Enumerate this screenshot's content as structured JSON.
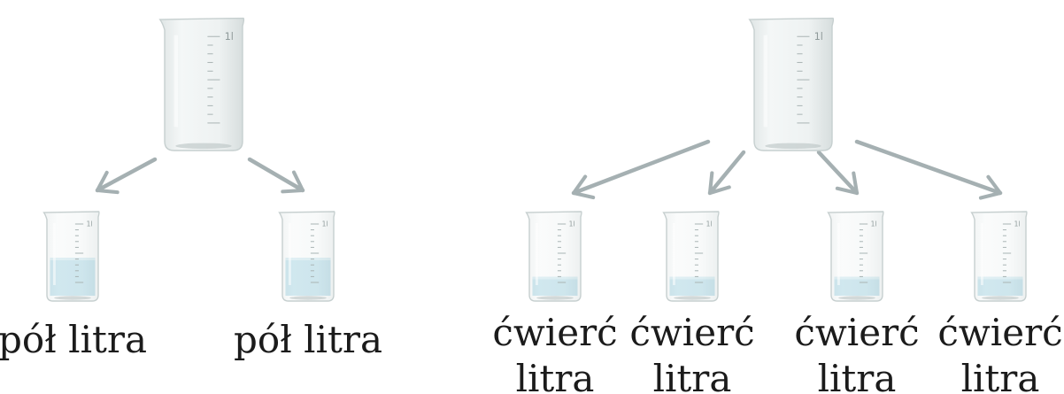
{
  "groups": [
    {
      "source": {
        "scale_label": "1l",
        "fill_fraction": 0
      },
      "children": [
        {
          "label_lines": [
            "pół litra"
          ],
          "scale_label": "1l",
          "fill_fraction": 0.5
        },
        {
          "label_lines": [
            "pół litra"
          ],
          "scale_label": "1l",
          "fill_fraction": 0.5
        }
      ]
    },
    {
      "source": {
        "scale_label": "1l",
        "fill_fraction": 0
      },
      "children": [
        {
          "label_lines": [
            "ćwierć",
            "litra"
          ],
          "scale_label": "1l",
          "fill_fraction": 0.25
        },
        {
          "label_lines": [
            "ćwierć",
            "litra"
          ],
          "scale_label": "1l",
          "fill_fraction": 0.25
        },
        {
          "label_lines": [
            "ćwierć",
            "litra"
          ],
          "scale_label": "1l",
          "fill_fraction": 0.25
        },
        {
          "label_lines": [
            "ćwierć",
            "litra"
          ],
          "scale_label": "1l",
          "fill_fraction": 0.25
        }
      ]
    }
  ],
  "colors": {
    "water": "#b3dbe8",
    "water_top": "#cfe9f1",
    "glass": "#e9eeee",
    "glass_edge": "#c6cfcf",
    "arrow": "#a5b0b2",
    "text": "#1b1b1b"
  }
}
